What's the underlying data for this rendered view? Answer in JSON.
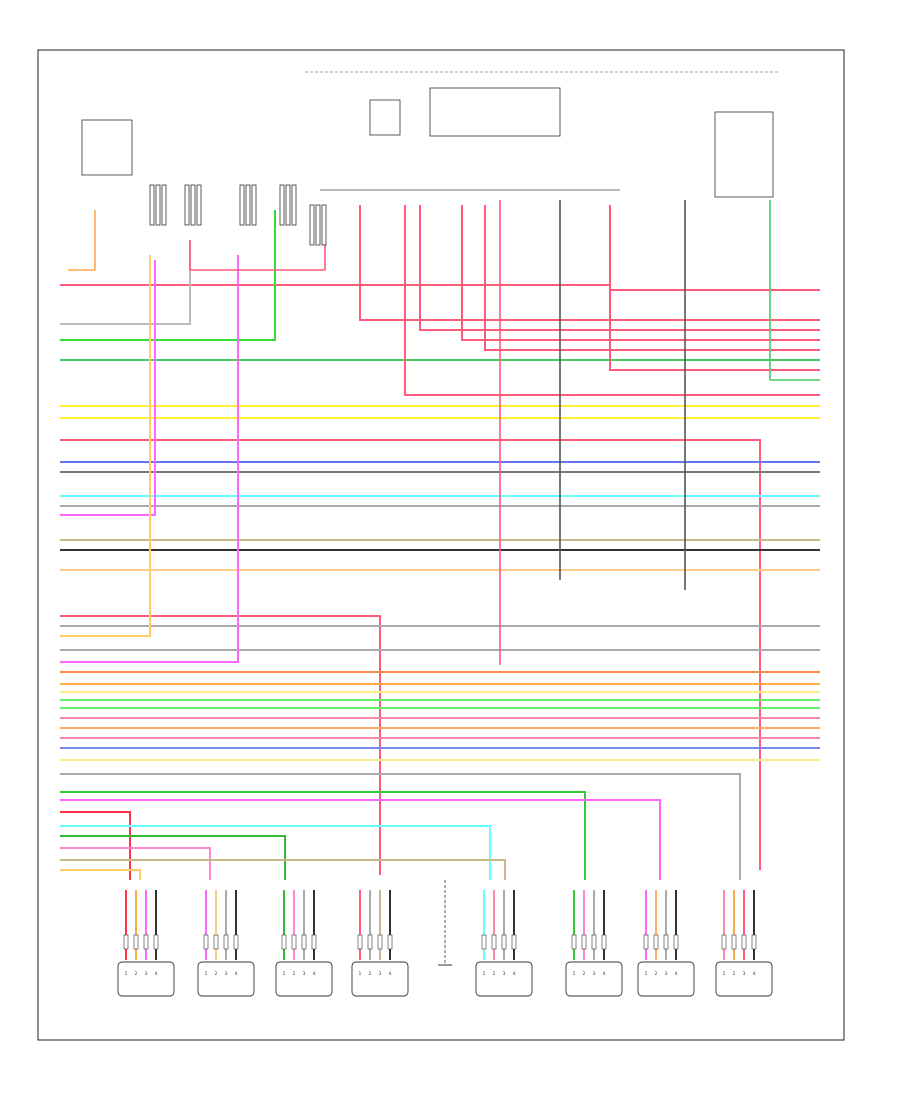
{
  "footer_code": "",
  "colors": {
    "frame": "#222222",
    "wire_default": "#555555"
  },
  "wires": [
    {
      "id": "w01",
      "color": "#ff5a7a"
    },
    {
      "id": "w02",
      "color": "#bbbbbb"
    },
    {
      "id": "w03",
      "color": "#33dd33"
    },
    {
      "id": "w04",
      "color": "#ff5a7a"
    },
    {
      "id": "w05",
      "color": "#ff5a7a"
    },
    {
      "id": "w06",
      "color": "#ff5a7a"
    },
    {
      "id": "w07",
      "color": "#ff5a7a"
    },
    {
      "id": "w08",
      "color": "#44cc66"
    },
    {
      "id": "w09",
      "color": "#ff5a7a"
    },
    {
      "id": "w10",
      "color": "#ff5a7a"
    },
    {
      "id": "w11",
      "color": "#ffee33"
    },
    {
      "id": "w12",
      "color": "#ffee33"
    },
    {
      "id": "w13",
      "color": "#ff5a7a"
    },
    {
      "id": "w14",
      "color": "#6677ee"
    },
    {
      "id": "w15",
      "color": "#777777"
    },
    {
      "id": "w16",
      "color": "#66ffff"
    },
    {
      "id": "w17",
      "color": "#aaaaaa"
    },
    {
      "id": "w18",
      "color": "#ff66ff"
    },
    {
      "id": "w19",
      "color": "#c8b888"
    },
    {
      "id": "w20",
      "color": "#333333"
    },
    {
      "id": "w21",
      "color": "#ffcc88"
    },
    {
      "id": "w22",
      "color": "#ff5a7a"
    },
    {
      "id": "w23",
      "color": "#aaaaaa"
    },
    {
      "id": "w24",
      "color": "#ffcc66"
    },
    {
      "id": "w25",
      "color": "#aaaaaa"
    },
    {
      "id": "w26",
      "color": "#ff66ff"
    },
    {
      "id": "w27",
      "color": "#ff8844"
    },
    {
      "id": "w28",
      "color": "#ffaa44"
    },
    {
      "id": "w29",
      "color": "#ffee88"
    },
    {
      "id": "w30",
      "color": "#66ee66"
    },
    {
      "id": "w31",
      "color": "#66ee66"
    },
    {
      "id": "w32",
      "color": "#ff88aa"
    },
    {
      "id": "w33",
      "color": "#ffaa66"
    },
    {
      "id": "w34",
      "color": "#ff88aa"
    },
    {
      "id": "w35",
      "color": "#7788ee"
    },
    {
      "id": "w36",
      "color": "#ffee88"
    },
    {
      "id": "w37",
      "color": "#aaaaaa"
    },
    {
      "id": "w38",
      "color": "#33cc33"
    },
    {
      "id": "w39",
      "color": "#ff66ff"
    },
    {
      "id": "w40",
      "color": "#ff3344"
    },
    {
      "id": "w41",
      "color": "#66ffff"
    },
    {
      "id": "w42",
      "color": "#33bb33"
    },
    {
      "id": "w43",
      "color": "#ff88cc"
    },
    {
      "id": "w44",
      "color": "#c8b888"
    },
    {
      "id": "w45",
      "color": "#ffcc66"
    }
  ],
  "injectors": [
    {
      "id": "inj1",
      "pins": [
        "1",
        "2",
        "3",
        "4"
      ]
    },
    {
      "id": "inj2",
      "pins": [
        "1",
        "2",
        "3",
        "4"
      ]
    },
    {
      "id": "inj3",
      "pins": [
        "1",
        "2",
        "3",
        "4"
      ]
    },
    {
      "id": "inj4",
      "pins": [
        "1",
        "2",
        "3",
        "4"
      ]
    },
    {
      "id": "inj5",
      "pins": [
        "1",
        "2",
        "3",
        "4"
      ]
    },
    {
      "id": "inj6",
      "pins": [
        "1",
        "2",
        "3",
        "4"
      ]
    },
    {
      "id": "inj7",
      "pins": [
        "1",
        "2",
        "3",
        "4"
      ]
    },
    {
      "id": "inj8",
      "pins": [
        "1",
        "2",
        "3",
        "4"
      ]
    }
  ]
}
